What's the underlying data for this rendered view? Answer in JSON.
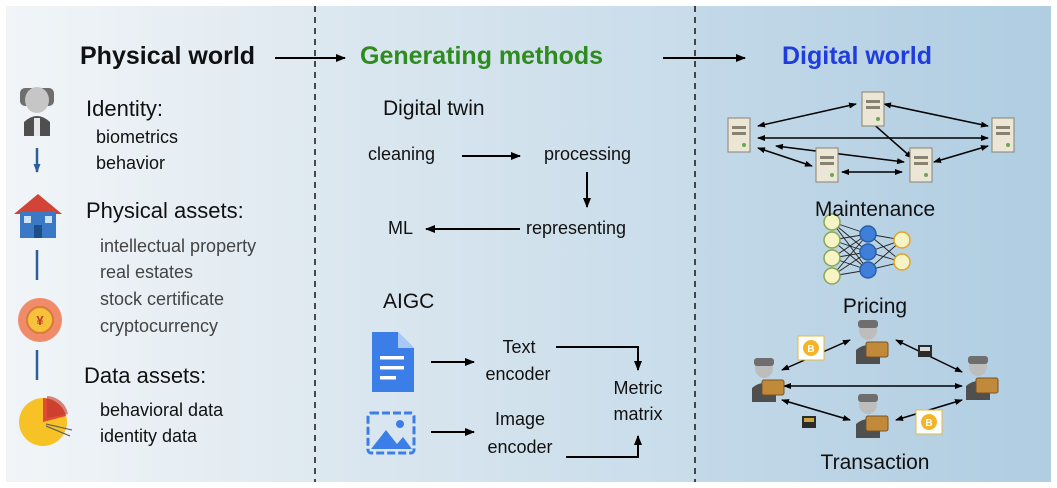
{
  "headers": {
    "physical": "Physical world",
    "generating": "Generating methods",
    "digital": "Digital world"
  },
  "colors": {
    "physical_header": "#000000",
    "generating_header": "#2e8b1e",
    "digital_header": "#1f3cdc",
    "panel_left": "#e9f0f5",
    "panel_mid": "#d4e3ee",
    "panel_right": "#b8d3e4"
  },
  "physical": {
    "identity": {
      "title": "Identity:",
      "items": [
        "biometrics",
        "behavior"
      ]
    },
    "physical_assets": {
      "title": "Physical assets:",
      "items": [
        "intellectual property",
        "real estates",
        "stock certificate",
        "cryptocurrency"
      ]
    },
    "data_assets": {
      "title": "Data assets:",
      "items": [
        "behavioral data",
        "identity data"
      ]
    },
    "icons": [
      "person-icon",
      "house-icon",
      "yuan-coin-icon",
      "pie-chart-icon"
    ]
  },
  "generating": {
    "digital_twin": {
      "title": "Digital twin",
      "steps": {
        "cleaning": "cleaning",
        "processing": "processing",
        "representing": "representing",
        "ml": "ML"
      }
    },
    "aigc": {
      "title": "AIGC",
      "text_encoder": [
        "Text",
        "encoder"
      ],
      "image_encoder": [
        "Image",
        "encoder"
      ],
      "metric_matrix": [
        "Metric",
        "matrix"
      ],
      "icons": [
        "document-icon",
        "image-icon"
      ]
    }
  },
  "digital": {
    "maintenance": "Maintenance",
    "pricing": "Pricing",
    "transaction": "Transaction",
    "icons": [
      "server-icon",
      "neural-network-icon",
      "wallet-person-icon",
      "bitcoin-icon"
    ]
  }
}
